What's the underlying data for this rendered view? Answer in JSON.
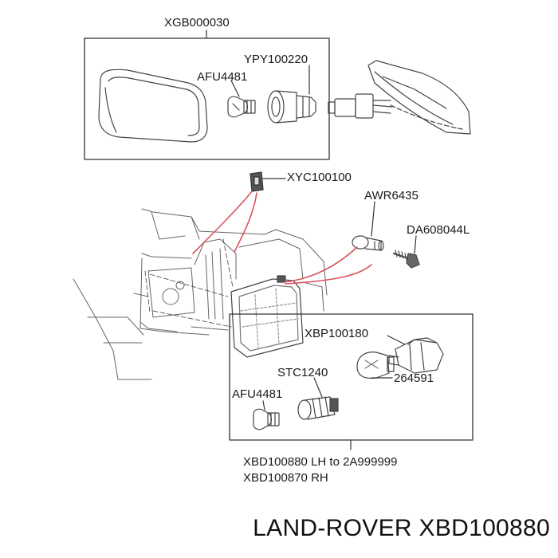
{
  "parts": {
    "xgb000030": "XGB000030",
    "ypy100220": "YPY100220",
    "afu4481_top": "AFU4481",
    "xyc100100": "XYC100100",
    "awr6435": "AWR6435",
    "da608044l": "DA608044L",
    "xbp100180": "XBP100180",
    "stc1240": "STC1240",
    "n264591": "264591",
    "afu4481_bottom": "AFU4481"
  },
  "caption": {
    "line1": "XBD100880 LH to 2A999999",
    "line2": "XBD100870 RH"
  },
  "brand": "LAND-ROVER XBD100880",
  "colors": {
    "leader_red": "#d9535f",
    "line": "#333333"
  }
}
